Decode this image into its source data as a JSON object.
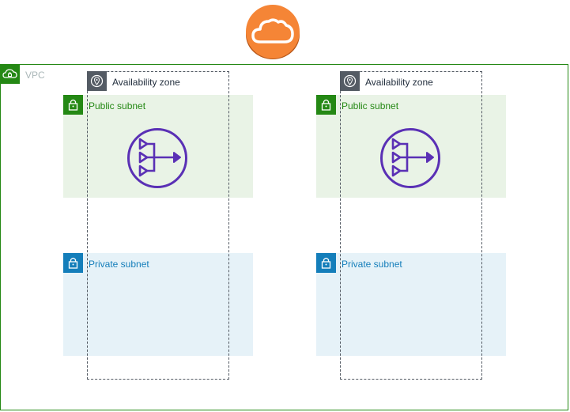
{
  "vpc": {
    "label": "VPC"
  },
  "availability_zones": [
    {
      "label": "Availability zone"
    },
    {
      "label": "Availability zone"
    }
  ],
  "subnets": {
    "public_left": {
      "label": "Public subnet"
    },
    "public_right": {
      "label": "Public subnet"
    },
    "private_left": {
      "label": "Private subnet"
    },
    "private_right": {
      "label": "Private subnet"
    }
  },
  "colors": {
    "vpc": "#248814",
    "public_subnet": "#248814",
    "private_subnet": "#147eba",
    "availability_zone": "#545b64",
    "internet_gateway": "#f58536",
    "nat_gateway": "#5a30b5"
  },
  "icons": {
    "top": "internet-cloud-icon",
    "nat": "nat-gateway-icon",
    "subnet": "lock-icon",
    "az": "location-pin-icon",
    "vpc": "cloud-lock-icon"
  }
}
